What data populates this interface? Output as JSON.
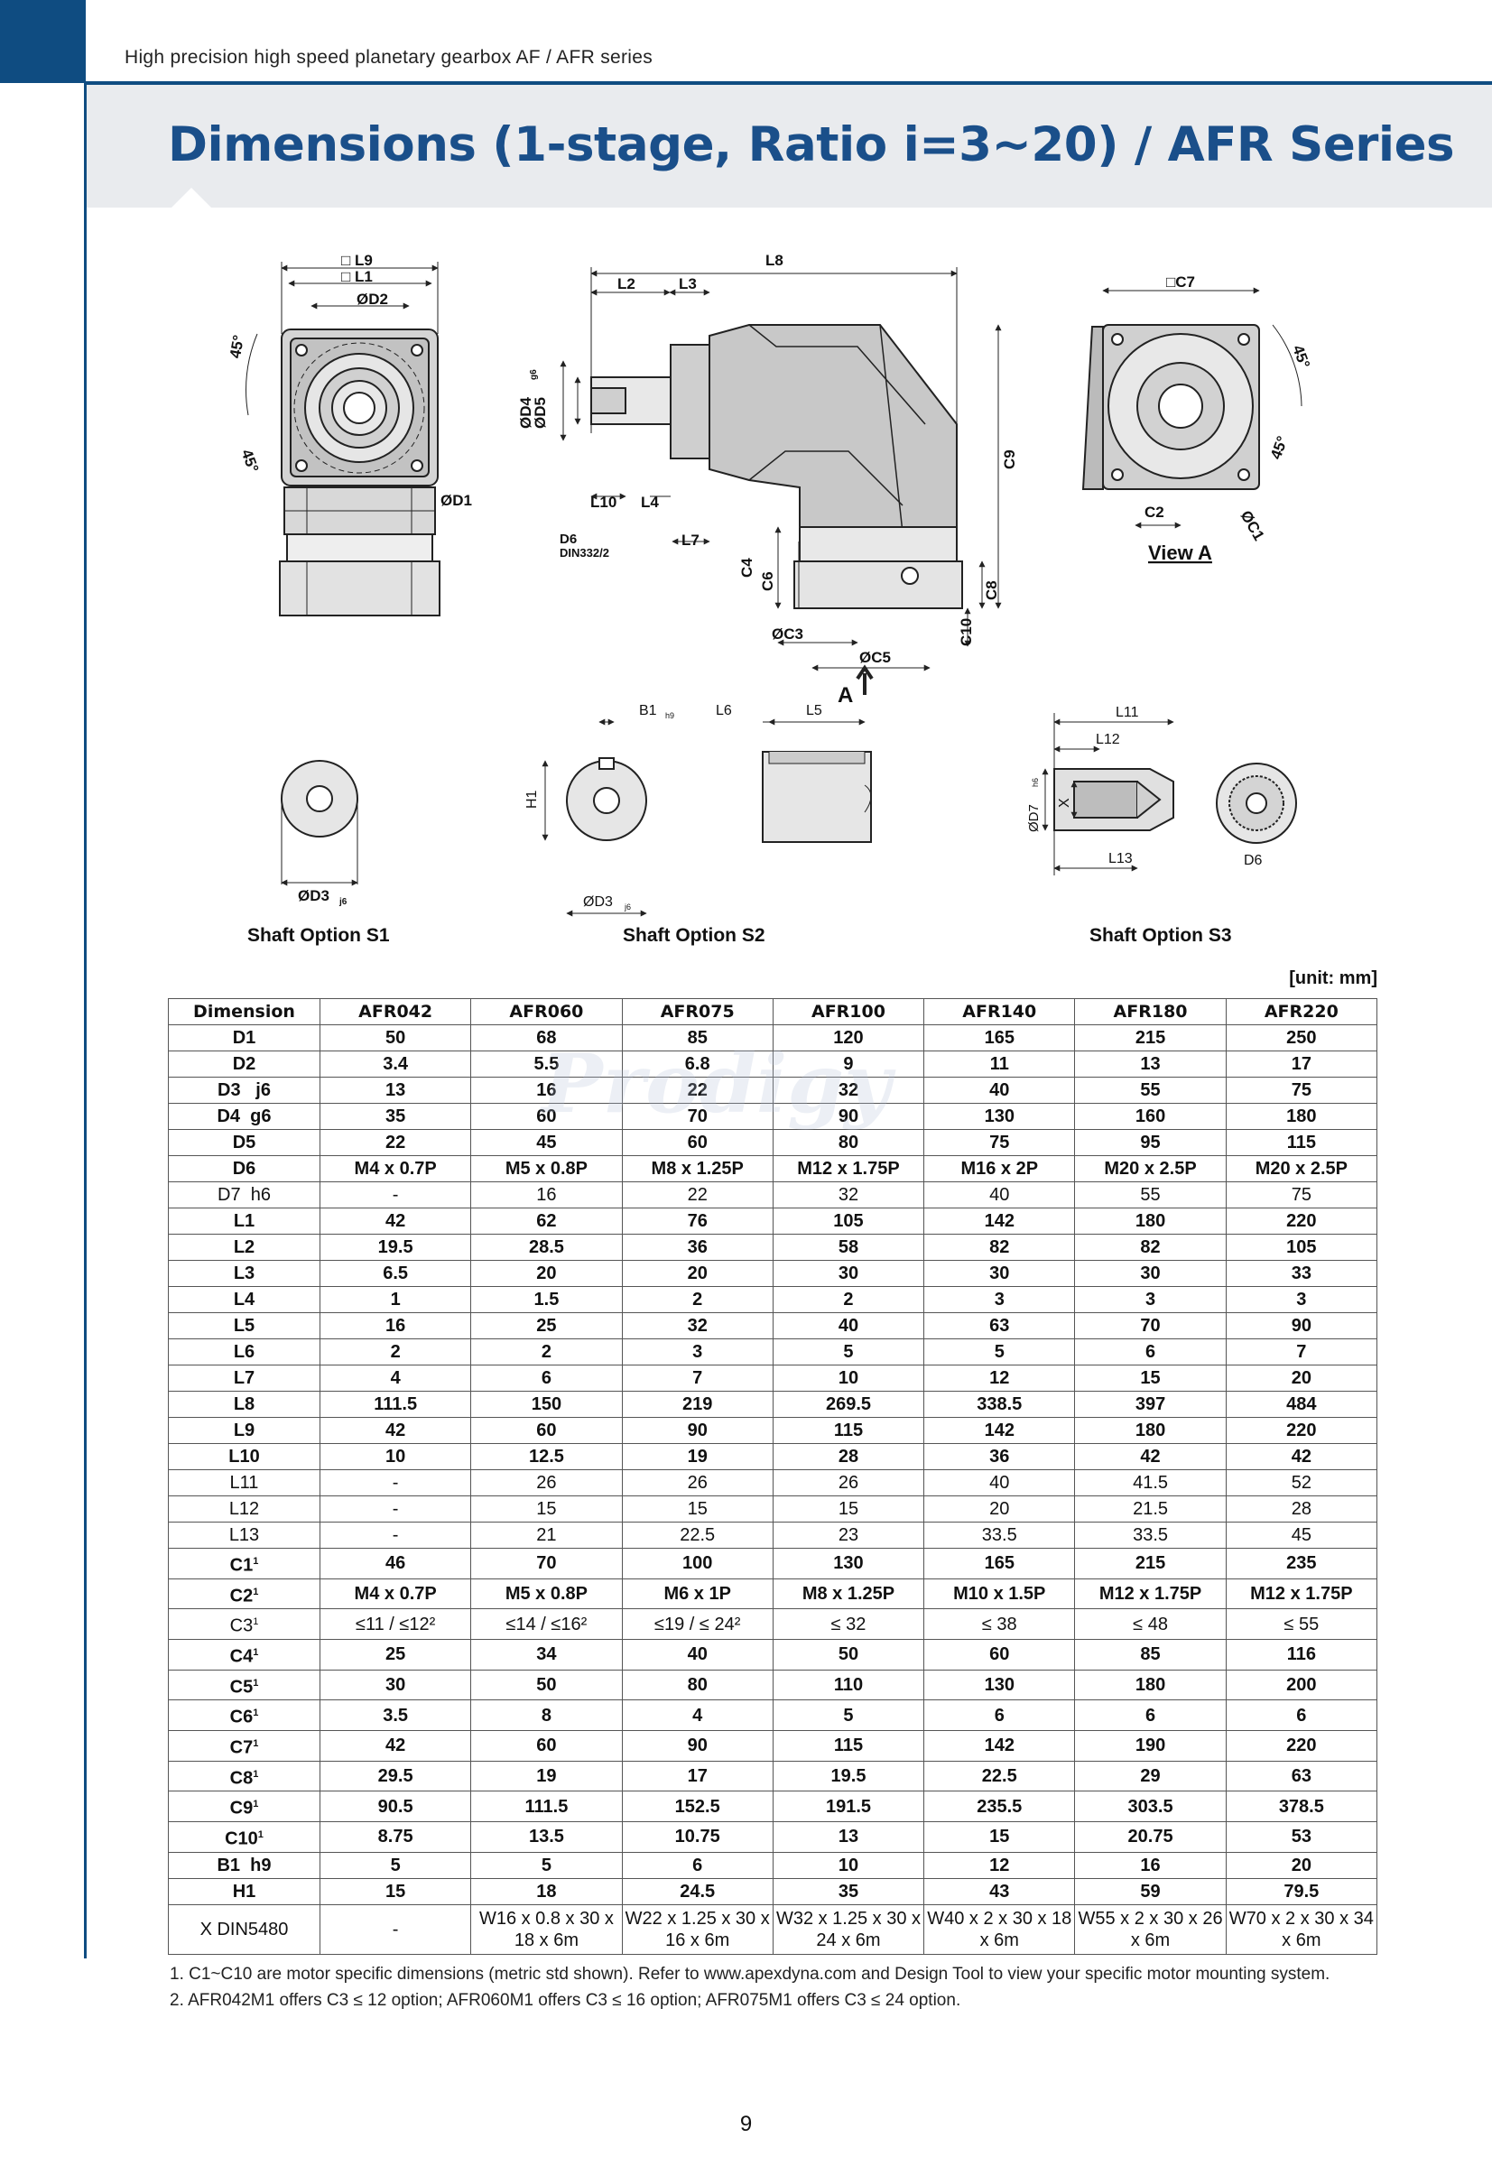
{
  "header": {
    "series_text": "High precision high speed planetary gearbox AF / AFR series"
  },
  "page_title": "Dimensions (1-stage, Ratio i=3~20) / AFR Series",
  "drawing_labels": {
    "front": {
      "l9": "□ L9",
      "l1": "□ L1",
      "d2": "ØD2",
      "d1": "ØD1",
      "a1": "45°",
      "a2": "45°"
    },
    "side": {
      "l8": "L8",
      "l2": "L2",
      "l3": "L3",
      "d4": "ØD4",
      "d4_tol": "g6",
      "d5": "ØD5",
      "l10": "L10",
      "l4": "L4",
      "l7": "L7",
      "d6": "D6",
      "din": "DIN332/2",
      "c9": "C9",
      "c4": "C4",
      "c6": "C6",
      "c8": "C8",
      "c10": "C10",
      "c3": "ØC3",
      "c5": "ØC5",
      "arrow_a": "A"
    },
    "view_a": {
      "c7": "□C7",
      "c2": "C2",
      "c1": "ØC1",
      "a1": "45°",
      "a2": "45°",
      "title": "View A"
    },
    "s1": {
      "d3": "ØD3",
      "d3_tol": "j6"
    },
    "s2": {
      "b1": "B1",
      "b1_tol": "h9",
      "l6": "L6",
      "l5": "L5",
      "h1": "H1",
      "d3": "ØD3",
      "d3_tol": "j6"
    },
    "s3": {
      "l11": "L11",
      "l12": "L12",
      "l13": "L13",
      "d7": "ØD7",
      "d7_tol": "h6",
      "x": "X",
      "d6": "D6"
    }
  },
  "captions": {
    "s1": "Shaft Option S1",
    "s2": "Shaft Option S2",
    "s3": "Shaft Option S3"
  },
  "unit_label": "[unit: mm]",
  "watermark": "Prodigy",
  "table": {
    "headers": [
      "Dimension",
      "AFR042",
      "AFR060",
      "AFR075",
      "AFR100",
      "AFR140",
      "AFR180",
      "AFR220"
    ],
    "rows": [
      {
        "label": "D1",
        "values": [
          "50",
          "68",
          "85",
          "120",
          "165",
          "215",
          "250"
        ]
      },
      {
        "label": "D2",
        "values": [
          "3.4",
          "5.5",
          "6.8",
          "9",
          "11",
          "13",
          "17"
        ]
      },
      {
        "label": "D3   j6",
        "values": [
          "13",
          "16",
          "22",
          "32",
          "40",
          "55",
          "75"
        ]
      },
      {
        "label": "D4  g6",
        "values": [
          "35",
          "60",
          "70",
          "90",
          "130",
          "160",
          "180"
        ]
      },
      {
        "label": "D5",
        "values": [
          "22",
          "45",
          "60",
          "80",
          "75",
          "95",
          "115"
        ]
      },
      {
        "label": "D6",
        "values": [
          "M4 x 0.7P",
          "M5 x 0.8P",
          "M8 x 1.25P",
          "M12 x 1.75P",
          "M16 x 2P",
          "M20 x 2.5P",
          "M20 x 2.5P"
        ]
      },
      {
        "label": "D7  h6",
        "values": [
          "-",
          "16",
          "22",
          "32",
          "40",
          "55",
          "75"
        ],
        "light": true
      },
      {
        "label": "L1",
        "values": [
          "42",
          "62",
          "76",
          "105",
          "142",
          "180",
          "220"
        ]
      },
      {
        "label": "L2",
        "values": [
          "19.5",
          "28.5",
          "36",
          "58",
          "82",
          "82",
          "105"
        ]
      },
      {
        "label": "L3",
        "values": [
          "6.5",
          "20",
          "20",
          "30",
          "30",
          "30",
          "33"
        ]
      },
      {
        "label": "L4",
        "values": [
          "1",
          "1.5",
          "2",
          "2",
          "3",
          "3",
          "3"
        ]
      },
      {
        "label": "L5",
        "values": [
          "16",
          "25",
          "32",
          "40",
          "63",
          "70",
          "90"
        ]
      },
      {
        "label": "L6",
        "values": [
          "2",
          "2",
          "3",
          "5",
          "5",
          "6",
          "7"
        ]
      },
      {
        "label": "L7",
        "values": [
          "4",
          "6",
          "7",
          "10",
          "12",
          "15",
          "20"
        ]
      },
      {
        "label": "L8",
        "values": [
          "111.5",
          "150",
          "219",
          "269.5",
          "338.5",
          "397",
          "484"
        ]
      },
      {
        "label": "L9",
        "values": [
          "42",
          "60",
          "90",
          "115",
          "142",
          "180",
          "220"
        ]
      },
      {
        "label": "L10",
        "values": [
          "10",
          "12.5",
          "19",
          "28",
          "36",
          "42",
          "42"
        ]
      },
      {
        "label": "L11",
        "values": [
          "-",
          "26",
          "26",
          "26",
          "40",
          "41.5",
          "52"
        ],
        "light": true
      },
      {
        "label": "L12",
        "values": [
          "-",
          "15",
          "15",
          "15",
          "20",
          "21.5",
          "28"
        ],
        "light": true
      },
      {
        "label": "L13",
        "values": [
          "-",
          "21",
          "22.5",
          "23",
          "33.5",
          "33.5",
          "45"
        ],
        "light": true
      },
      {
        "label": "C1",
        "sup": "1",
        "values": [
          "46",
          "70",
          "100",
          "130",
          "165",
          "215",
          "235"
        ]
      },
      {
        "label": "C2",
        "sup": "1",
        "values": [
          "M4 x 0.7P",
          "M5 x 0.8P",
          "M6 x 1P",
          "M8 x 1.25P",
          "M10 x 1.5P",
          "M12 x 1.75P",
          "M12 x 1.75P"
        ]
      },
      {
        "label": "C3",
        "sup": "1",
        "values": [
          "≤11 / ≤12²",
          "≤14 / ≤16²",
          "≤19 / ≤ 24²",
          "≤ 32",
          "≤ 38",
          "≤ 48",
          "≤ 55"
        ],
        "light": true
      },
      {
        "label": "C4",
        "sup": "1",
        "values": [
          "25",
          "34",
          "40",
          "50",
          "60",
          "85",
          "116"
        ]
      },
      {
        "label": "C5",
        "sup": "1",
        "values": [
          "30",
          "50",
          "80",
          "110",
          "130",
          "180",
          "200"
        ]
      },
      {
        "label": "C6",
        "sup": "1",
        "values": [
          "3.5",
          "8",
          "4",
          "5",
          "6",
          "6",
          "6"
        ]
      },
      {
        "label": "C7",
        "sup": "1",
        "values": [
          "42",
          "60",
          "90",
          "115",
          "142",
          "190",
          "220"
        ]
      },
      {
        "label": "C8",
        "sup": "1",
        "values": [
          "29.5",
          "19",
          "17",
          "19.5",
          "22.5",
          "29",
          "63"
        ]
      },
      {
        "label": "C9",
        "sup": "1",
        "values": [
          "90.5",
          "111.5",
          "152.5",
          "191.5",
          "235.5",
          "303.5",
          "378.5"
        ]
      },
      {
        "label": "C10",
        "sup": "1",
        "values": [
          "8.75",
          "13.5",
          "10.75",
          "13",
          "15",
          "20.75",
          "53"
        ]
      },
      {
        "label": "B1  h9",
        "values": [
          "5",
          "5",
          "6",
          "10",
          "12",
          "16",
          "20"
        ]
      },
      {
        "label": "H1",
        "values": [
          "15",
          "18",
          "24.5",
          "35",
          "43",
          "59",
          "79.5"
        ]
      },
      {
        "label": "X DIN5480",
        "values": [
          "-",
          "W16 x 0.8 x 30 x 18 x 6m",
          "W22 x 1.25 x 30 x 16 x 6m",
          "W32 x 1.25 x 30 x 24 x 6m",
          "W40 x 2 x 30 x 18 x 6m",
          "W55 x 2 x 30 x 26 x 6m",
          "W70 x 2 x 30 x 34 x 6m"
        ],
        "tall": true
      }
    ]
  },
  "notes": [
    "1. C1~C10 are motor specific dimensions (metric std shown).  Refer to www.apexdyna.com and Design Tool to view your specific motor mounting system.",
    "2. AFR042M1 offers C3 ≤ 12 option; AFR060M1 offers C3 ≤ 16 option; AFR075M1 offers C3 ≤ 24 option."
  ],
  "page_number": "9"
}
